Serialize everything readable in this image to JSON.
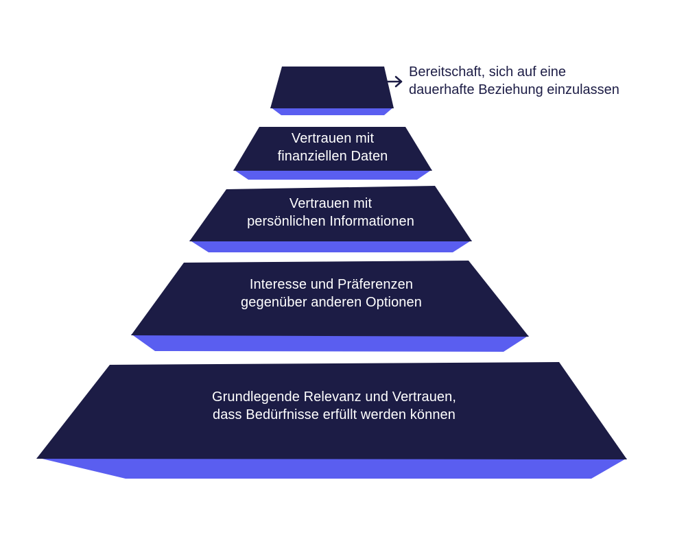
{
  "colors": {
    "tier_top": "#1c1c45",
    "tier_bevel": "#5a5ef0",
    "label_text": "#ffffff",
    "callout_text": "#1c1c45"
  },
  "pyramid": {
    "levels": [
      {
        "lines": [
          "",
          ""
        ]
      },
      {
        "lines": [
          "Vertrauen mit",
          "finanziellen Daten"
        ]
      },
      {
        "lines": [
          "Vertrauen mit",
          "persönlichen Informationen"
        ]
      },
      {
        "lines": [
          "Interesse und Präferenzen",
          "gegenüber anderen Optionen"
        ]
      },
      {
        "lines": [
          "Grundlegende Relevanz und Vertrauen,",
          "dass Bedürfnisse erfüllt werden können"
        ]
      }
    ],
    "callout": {
      "lines": [
        "Bereitschaft, sich auf eine",
        "dauerhafte Beziehung einzulassen"
      ],
      "icon": "arrow-right-icon"
    }
  }
}
